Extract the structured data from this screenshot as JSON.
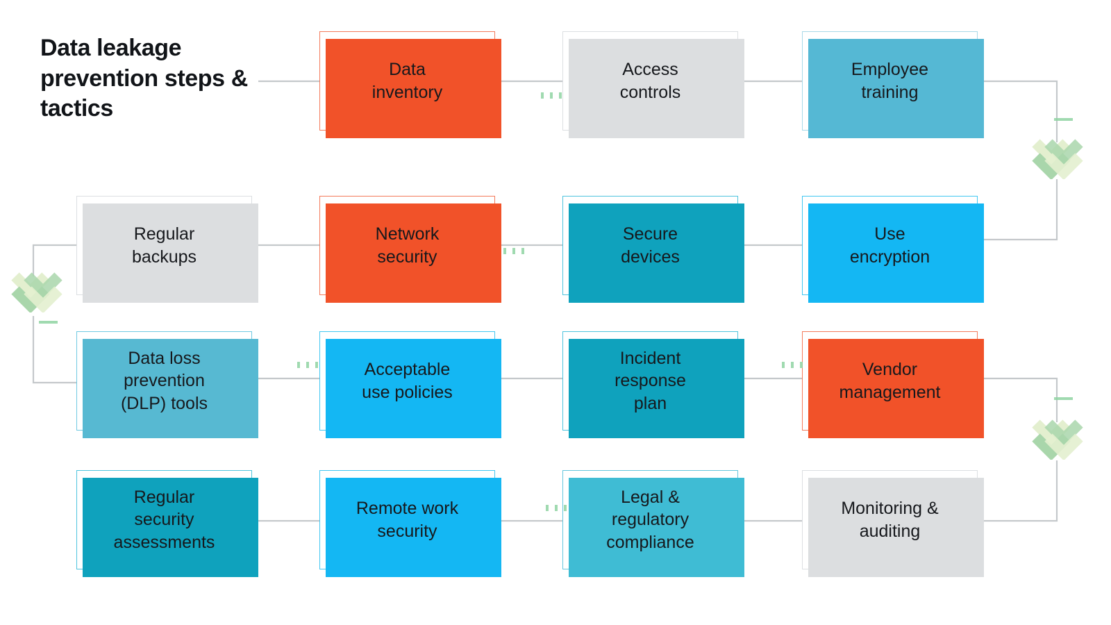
{
  "title": "Data leakage\nprevention\nsteps & tactics",
  "palette": {
    "orange": "#f15229",
    "orange_border": "#f47a5a",
    "teal": "#0fa2bd",
    "cyan": "#14b7f3",
    "sky_light": "#55b8d4",
    "gray": "#dcdee0",
    "chevron_pale": "#e3efcf",
    "chevron_green": "#a9d6ab",
    "line": "#c4c8cb",
    "dot_green": "#8fd3a2",
    "text": "#16181c"
  },
  "nodes": [
    {
      "id": "data-inventory",
      "label": "Data\ninventory",
      "theme": "orange",
      "row": 1,
      "col": 2
    },
    {
      "id": "access-controls",
      "label": "Access\ncontrols",
      "theme": "gray",
      "row": 1,
      "col": 3
    },
    {
      "id": "employee-training",
      "label": "Employee\ntraining",
      "theme": "skyL",
      "row": 1,
      "col": 4
    },
    {
      "id": "regular-backups",
      "label": "Regular\nbackups",
      "theme": "gray",
      "row": 2,
      "col": 1
    },
    {
      "id": "network-security",
      "label": "Network\nsecurity",
      "theme": "orange",
      "row": 2,
      "col": 2
    },
    {
      "id": "secure-devices",
      "label": "Secure\ndevices",
      "theme": "teal",
      "row": 2,
      "col": 3
    },
    {
      "id": "use-encryption",
      "label": "Use\nencryption",
      "theme": "cyan",
      "row": 2,
      "col": 4
    },
    {
      "id": "dlp-tools",
      "label": "Data loss\nprevention\n(DLP) tools",
      "theme": "sky2",
      "row": 3,
      "col": 1
    },
    {
      "id": "acceptable-use",
      "label": "Acceptable\nuse policies",
      "theme": "cyan",
      "row": 3,
      "col": 2
    },
    {
      "id": "incident-response",
      "label": "Incident\nresponse\nplan",
      "theme": "teal",
      "row": 3,
      "col": 3
    },
    {
      "id": "vendor-management",
      "label": "Vendor\nmanagement",
      "theme": "orange",
      "row": 3,
      "col": 4
    },
    {
      "id": "security-assessments",
      "label": "Regular\nsecurity\nassessments",
      "theme": "teal",
      "row": 4,
      "col": 1
    },
    {
      "id": "remote-work-security",
      "label": "Remote work\nsecurity",
      "theme": "cyan",
      "row": 4,
      "col": 2
    },
    {
      "id": "legal-compliance",
      "label": "Legal &\nregulatory\ncompliance",
      "theme": "aqua",
      "row": 4,
      "col": 3
    },
    {
      "id": "monitoring-auditing",
      "label": "Monitoring &\nauditing",
      "theme": "gray",
      "row": 4,
      "col": 4
    }
  ],
  "flow": {
    "direction_note": "serpentine: row1 left-to-right, wrap down on right, row2 right-to-left, wrap down on left, row3 left-to-right, wrap down on right, row4 right-to-left",
    "chevron_markers": 3,
    "ellipsis_markers": 7
  }
}
